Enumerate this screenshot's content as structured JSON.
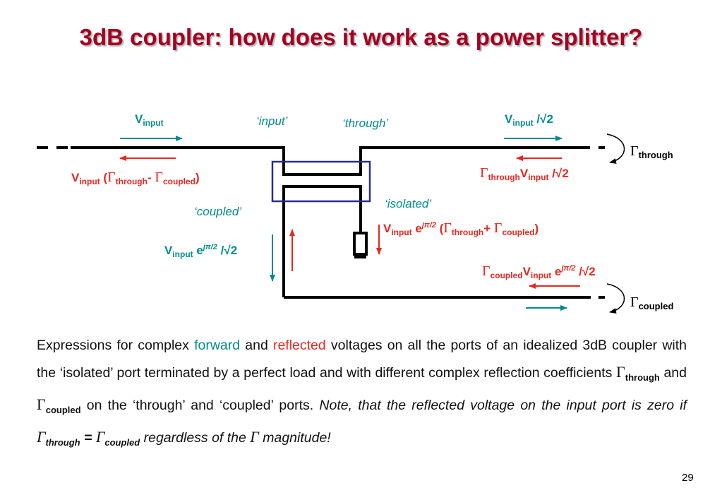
{
  "slide": {
    "title": "3dB coupler: how does it work as a power splitter?",
    "page_number": "29"
  },
  "ports": {
    "input": "‘input’",
    "through": "‘through’",
    "isolated": "‘isolated’",
    "coupled": "‘coupled’"
  },
  "labels": {
    "v": "V",
    "input_sub": "input",
    "div_sqrt2": "/√2",
    "e": "e",
    "jpi2": "jπ/2",
    "gamma": "Γ",
    "through_sub": "through",
    "coupled_sub": "coupled",
    "open_paren": "(",
    "close_paren": ")",
    "minus": "-",
    "plus": "+"
  },
  "body": {
    "p1": "Expressions for complex ",
    "forward": "forward",
    "p2": " and ",
    "reflected": "reflected",
    "p3": " voltages on all the ports of an idealized 3dB coupler with the ‘isolated’ port terminated by a perfect load and with different complex reflection coefficients ",
    "p4": " and ",
    "p5": " on the ‘through’ and ‘coupled’ ports. ",
    "note1": "Note, that the reflected voltage on the input port is zero if ",
    "eq": " = ",
    "note2": " regardless of the ",
    "note3": " magnitude!"
  },
  "colors": {
    "title": "#a50021",
    "forward": "#008c8c",
    "reflected": "#e8271f",
    "coupler_box": "#2b2b8f"
  }
}
